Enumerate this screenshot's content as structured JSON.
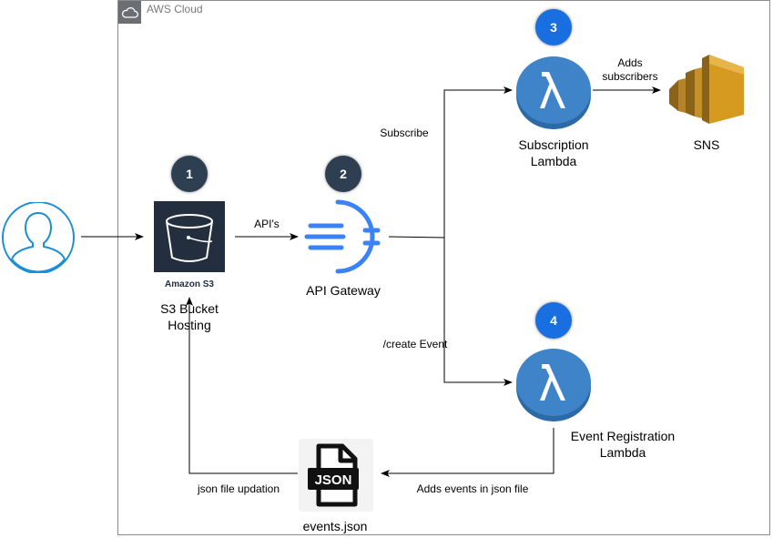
{
  "cloud_group": {
    "label": "AWS Cloud"
  },
  "badges": {
    "s3": "1",
    "api_gateway": "2",
    "subscription_lambda": "3",
    "event_lambda": "4"
  },
  "nodes": {
    "user": {
      "icon": "user-icon"
    },
    "s3": {
      "icon_caption": "Amazon S3",
      "label_line1": "S3 Bucket",
      "label_line2": "Hosting",
      "icon": "s3-bucket-icon"
    },
    "api_gateway": {
      "label": "API Gateway",
      "icon": "api-gateway-icon"
    },
    "subscription_lambda": {
      "label_line1": "Subscription",
      "label_line2": "Lambda",
      "icon": "lambda-icon"
    },
    "sns": {
      "label": "SNS",
      "icon": "sns-icon"
    },
    "event_lambda": {
      "label_line1": "Event Registration",
      "label_line2": "Lambda",
      "icon": "lambda-icon"
    },
    "events_json": {
      "label": "events.json",
      "icon_text": "JSON",
      "icon": "json-file-icon"
    }
  },
  "edges": {
    "apis": "API's",
    "subscribe": "Subscribe",
    "create_event": "/create Event",
    "adds_subscribers_line1": "Adds",
    "adds_subscribers_line2": "subscribers",
    "adds_events": "Adds events in json file",
    "json_updation": "json file updation"
  },
  "colors": {
    "user": "#1b8fd6",
    "s3_bg": "#232f3e",
    "api_gateway": "#3b82f6",
    "lambda": "#3f84c9",
    "sns": "#d59a1f",
    "badge_dark": "#2f3f52",
    "badge_blue": "#1a6fe0"
  }
}
